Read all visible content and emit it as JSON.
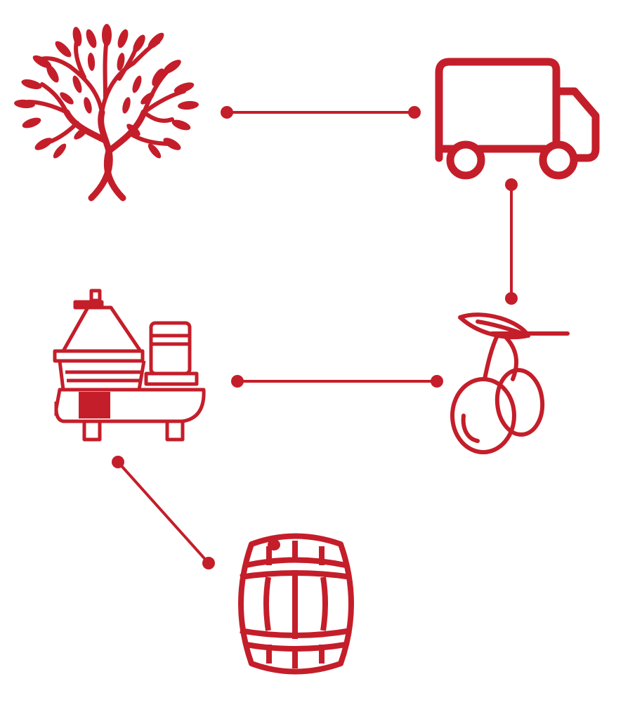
{
  "palette": {
    "accent": "#c41e2a",
    "background": "#ffffff"
  },
  "icons": [
    {
      "id": "olive-tree",
      "icon": "olive-tree-icon"
    },
    {
      "id": "truck",
      "icon": "delivery-truck-icon"
    },
    {
      "id": "olives",
      "icon": "olive-branch-icon"
    },
    {
      "id": "press",
      "icon": "olive-press-machine-icon"
    },
    {
      "id": "barrel",
      "icon": "barrel-icon"
    }
  ],
  "connections": [
    {
      "from": "olive-tree",
      "to": "truck"
    },
    {
      "from": "truck",
      "to": "olives"
    },
    {
      "from": "olives",
      "to": "press"
    },
    {
      "from": "press",
      "to": "barrel"
    }
  ]
}
